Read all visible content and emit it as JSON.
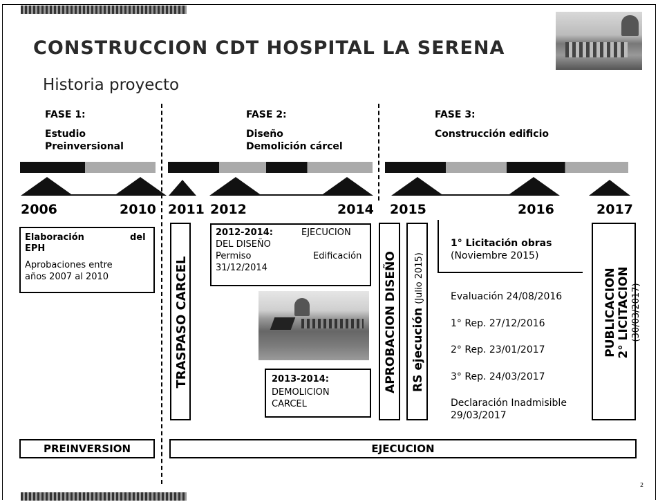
{
  "title": "CONSTRUCCION CDT HOSPITAL LA SERENA",
  "subtitle": "Historia proyecto",
  "phases": [
    {
      "title": "FASE 1:",
      "lines": [
        "Estudio",
        "Preinversional"
      ]
    },
    {
      "title": "FASE 2:",
      "lines": [
        "Diseño",
        "Demolición cárcel"
      ]
    },
    {
      "title": "FASE 3:",
      "lines": [
        "Construcción edificio"
      ]
    }
  ],
  "years": [
    "2006",
    "2010",
    "2011",
    "2012",
    "2014",
    "2015",
    "2016",
    "2017"
  ],
  "eph": {
    "title_a": "Elaboración",
    "title_b": "del",
    "title_c": "EPH",
    "desc_1": "Aprobaciones   entre",
    "desc_2": "años 2007 al 2010"
  },
  "traspaso": "TRASPASO CARCEL",
  "diseno": {
    "years": "2012-2014:",
    "title1": "EJECUCION",
    "title2": "DEL DISEÑO",
    "permiso_a": "Permiso",
    "permiso_b": "Edificación",
    "permiso_date": "31/12/2014"
  },
  "demolicion": {
    "years": "2013-2014:",
    "line1": "DEMOLICION",
    "line2": "CARCEL"
  },
  "aprobacion": "APROBACION DISEÑO",
  "rs": {
    "title": "RS ejecución",
    "date": "(Julio 2015)"
  },
  "licitacion": {
    "title": "1° Licitación obras",
    "date": "(Noviembre 2015)"
  },
  "statuses": [
    "Evaluación 24/08/2016",
    "1° Rep. 27/12/2016",
    "2° Rep. 23/01/2017",
    "3° Rep. 24/03/2017",
    "Declaración Inadmisible",
    "29/03/2017"
  ],
  "publicacion": {
    "line1": "PUBLICACION",
    "line2": "2° LICITACION",
    "date": "(30/03/2017)"
  },
  "bottom": {
    "preinversion": "PREINVERSION",
    "ejecucion": "EJECUCION"
  },
  "page_number": "2"
}
